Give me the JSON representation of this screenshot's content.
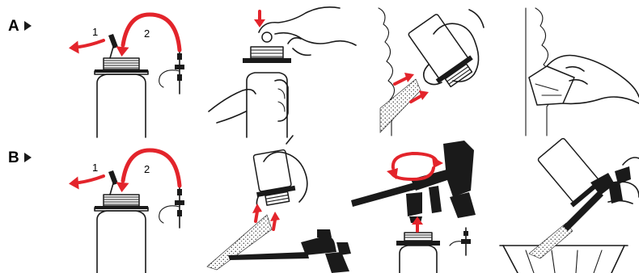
{
  "rows": [
    {
      "marker": "A",
      "steps": [
        "1",
        "2"
      ]
    },
    {
      "marker": "B",
      "steps": [
        "1",
        "2"
      ]
    }
  ],
  "colors": {
    "accent": "#e3242b",
    "ink": "#1a1a1a",
    "background": "#ffffff"
  },
  "icons": [
    "row-arrow-icon",
    "red-direction-arrow-icon",
    "rotate-arrows-icon"
  ]
}
